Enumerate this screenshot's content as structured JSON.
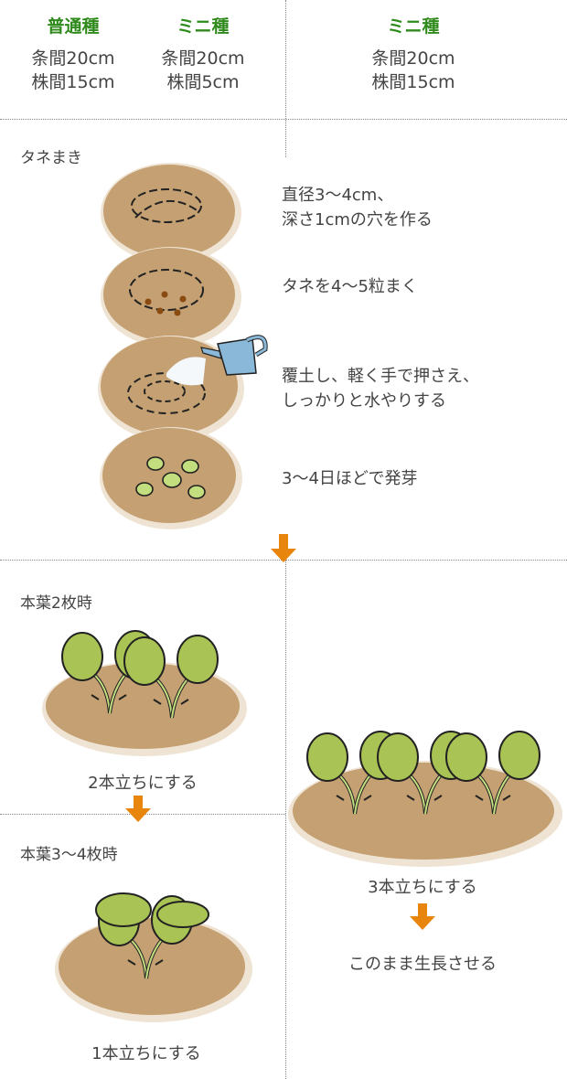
{
  "header": {
    "columns": [
      {
        "title": "普通種",
        "row_spacing": "条間20cm",
        "plant_spacing": "株間15cm"
      },
      {
        "title": "ミニ種",
        "row_spacing": "条間20cm",
        "plant_spacing": "株間5cm"
      },
      {
        "title": "ミニ種",
        "row_spacing": "条間20cm",
        "plant_spacing": "株間15cm"
      }
    ]
  },
  "sowing": {
    "label": "タネまき",
    "steps": [
      {
        "line1": "直径3〜4cm、",
        "line2": "深さ1cmの穴を作る"
      },
      {
        "line1": "タネを4〜5粒まく",
        "line2": ""
      },
      {
        "line1": "覆土し、軽く手で押さえ、",
        "line2": "しっかりと水やりする"
      },
      {
        "line1": "3〜4日ほどで発芽",
        "line2": ""
      }
    ]
  },
  "thinning": {
    "stage1_label": "本葉2枚時",
    "stage1_caption": "2本立ちにする",
    "stage2_label": "本葉3〜4枚時",
    "stage2_caption": "1本立ちにする",
    "right_caption": "3本立ちにする",
    "right_final": "このまま生長させる"
  },
  "colors": {
    "accent": "#2f8a1c",
    "arrow": "#e8850c",
    "soil": "#c4a072",
    "leaf": "#a9c454"
  }
}
